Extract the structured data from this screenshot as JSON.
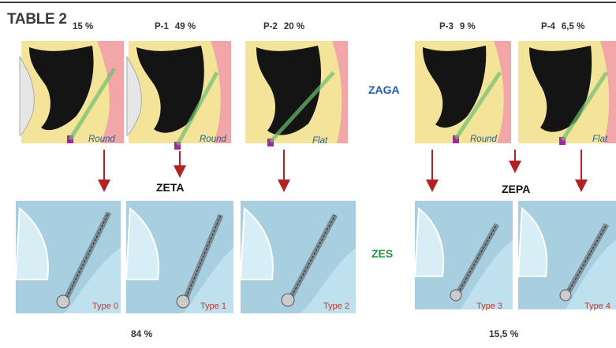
{
  "table_title": "TABLE 2",
  "rows": {
    "zaga_label": "ZAGA",
    "zes_label": "ZES"
  },
  "groups": {
    "zeta": {
      "label": "ZETA",
      "percent": "84 %"
    },
    "zepa": {
      "label": "ZEPA",
      "percent": "15,5 %"
    }
  },
  "columns": [
    {
      "code": "",
      "percent": "15 %",
      "shape": "Round",
      "type": "Type 0"
    },
    {
      "code": "P-1",
      "percent": "49 %",
      "shape": "Round",
      "type": "Type 1"
    },
    {
      "code": "P-2",
      "percent": "20 %",
      "shape": "Flat",
      "type": "Type 2"
    },
    {
      "code": "P-3",
      "percent": "9 %",
      "shape": "Round",
      "type": "Type 3"
    },
    {
      "code": "P-4",
      "percent": "6,5 %",
      "shape": "Flat",
      "type": "Type 4"
    }
  ],
  "colors": {
    "zaga": "#1f5fa8",
    "zes": "#1f8f3a",
    "arrow": "#b22222",
    "bone_yellow": "#f3e49a",
    "mucosa_pink": "#f2a6a8",
    "sinus_black": "#141414",
    "zes_blue": "#bfe0ee",
    "implant_purple": "#9b2a9b"
  }
}
